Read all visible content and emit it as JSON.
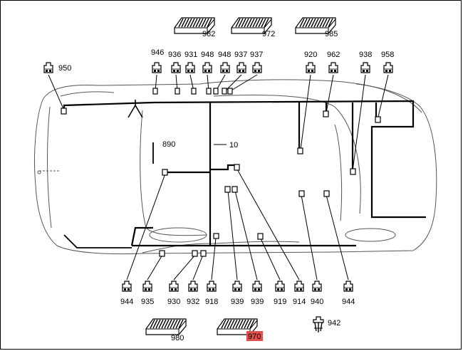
{
  "connector_blocks_top": [
    {
      "id": "982",
      "label": "982"
    },
    {
      "id": "972",
      "label": "972"
    },
    {
      "id": "985",
      "label": "985"
    }
  ],
  "connector_blocks_bottom": [
    {
      "id": "980",
      "label": "980"
    },
    {
      "id": "970",
      "label": "970",
      "highlighted": true
    },
    {
      "id": "942",
      "label": "942"
    }
  ],
  "top_plugs": [
    {
      "id": "950",
      "label": "950"
    },
    {
      "id": "946",
      "label": "946"
    },
    {
      "id": "936",
      "label": "936"
    },
    {
      "id": "931",
      "label": "931"
    },
    {
      "id": "948a",
      "label": "948"
    },
    {
      "id": "948b",
      "label": "948"
    },
    {
      "id": "937a",
      "label": "937"
    },
    {
      "id": "937b",
      "label": "937"
    },
    {
      "id": "920",
      "label": "920"
    },
    {
      "id": "962",
      "label": "962"
    },
    {
      "id": "938",
      "label": "938"
    },
    {
      "id": "958",
      "label": "958"
    }
  ],
  "bottom_plugs": [
    {
      "id": "944a",
      "label": "944"
    },
    {
      "id": "935",
      "label": "935"
    },
    {
      "id": "930",
      "label": "930"
    },
    {
      "id": "932",
      "label": "932"
    },
    {
      "id": "918",
      "label": "918"
    },
    {
      "id": "939a",
      "label": "939"
    },
    {
      "id": "939b",
      "label": "939"
    },
    {
      "id": "919",
      "label": "919"
    },
    {
      "id": "914",
      "label": "914"
    },
    {
      "id": "940",
      "label": "940"
    },
    {
      "id": "944b",
      "label": "944"
    }
  ],
  "harness_labels": {
    "ground": "890",
    "main": "10"
  },
  "colors": {
    "line": "#000000",
    "outline": "#555555",
    "highlight": "#e05050"
  },
  "icons": {
    "connector_block": "connector-block-icon",
    "plug": "plug-icon",
    "clip": "clip-icon"
  }
}
